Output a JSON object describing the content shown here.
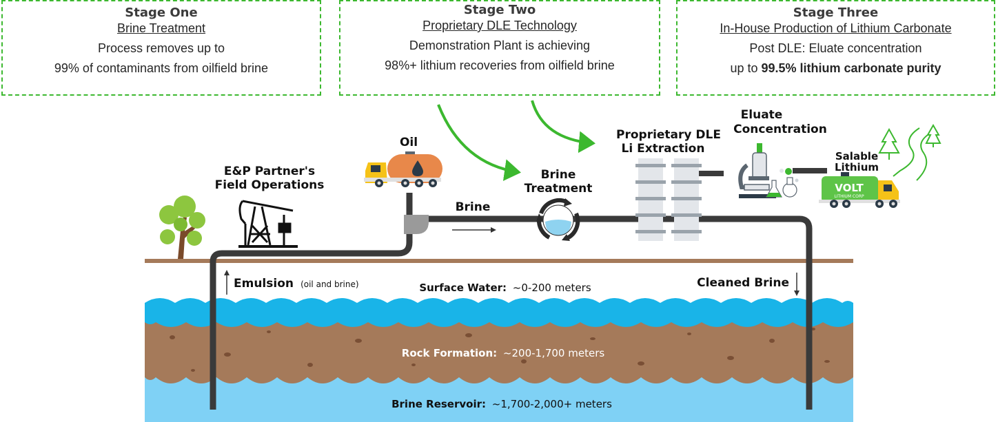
{
  "stages": [
    {
      "title": "Stage One",
      "subtitle": "Brine Treatment",
      "line1": "Process removes up to",
      "line2": "99% of contaminants from oilfield brine"
    },
    {
      "title": "Stage Two",
      "subtitle": "Proprietary DLE Technology",
      "line1": "Demonstration Plant is achieving",
      "line2": "98%+ lithium recoveries from oilfield brine"
    },
    {
      "title": "Stage Three",
      "subtitle": "In-House Production of Lithium Carbonate",
      "line1": "Post DLE: Eluate concentration",
      "line2_prefix": "up to ",
      "line2_bold": "99.5% lithium carbonate purity"
    }
  ],
  "labels": {
    "field_ops_1": "E&P Partner's",
    "field_ops_2": "Field Operations",
    "oil": "Oil",
    "brine": "Brine",
    "treatment_1": "Brine",
    "treatment_2": "Treatment",
    "dle_1": "Proprietary DLE",
    "dle_2": "Li Extraction",
    "eluate_1": "Eluate",
    "eluate_2": "Concentration",
    "salable_1": "Salable",
    "salable_2": "Lithium",
    "truck_logo": "VOLT",
    "truck_logo_sub": "LITHIUM CORP",
    "emulsion": "Emulsion",
    "emulsion_note": "(oil and brine)",
    "cleaned_brine": "Cleaned Brine"
  },
  "layers": {
    "surface_label": "Surface Water:",
    "surface_value": "~0-200 meters",
    "rock_label": "Rock Formation:",
    "rock_value": "~200-1,700 meters",
    "reservoir_label": "Brine Reservoir:",
    "reservoir_value": "~1,700-2,000+ meters"
  },
  "colors": {
    "accent_green": "#3cb82f",
    "surface_water": "#19b4e8",
    "rock": "#a57a5a",
    "reservoir": "#7fd1f5",
    "pipe": "#3a3a3a",
    "ground_line": "#a57a5a",
    "oil_truck": "#e8884a"
  }
}
